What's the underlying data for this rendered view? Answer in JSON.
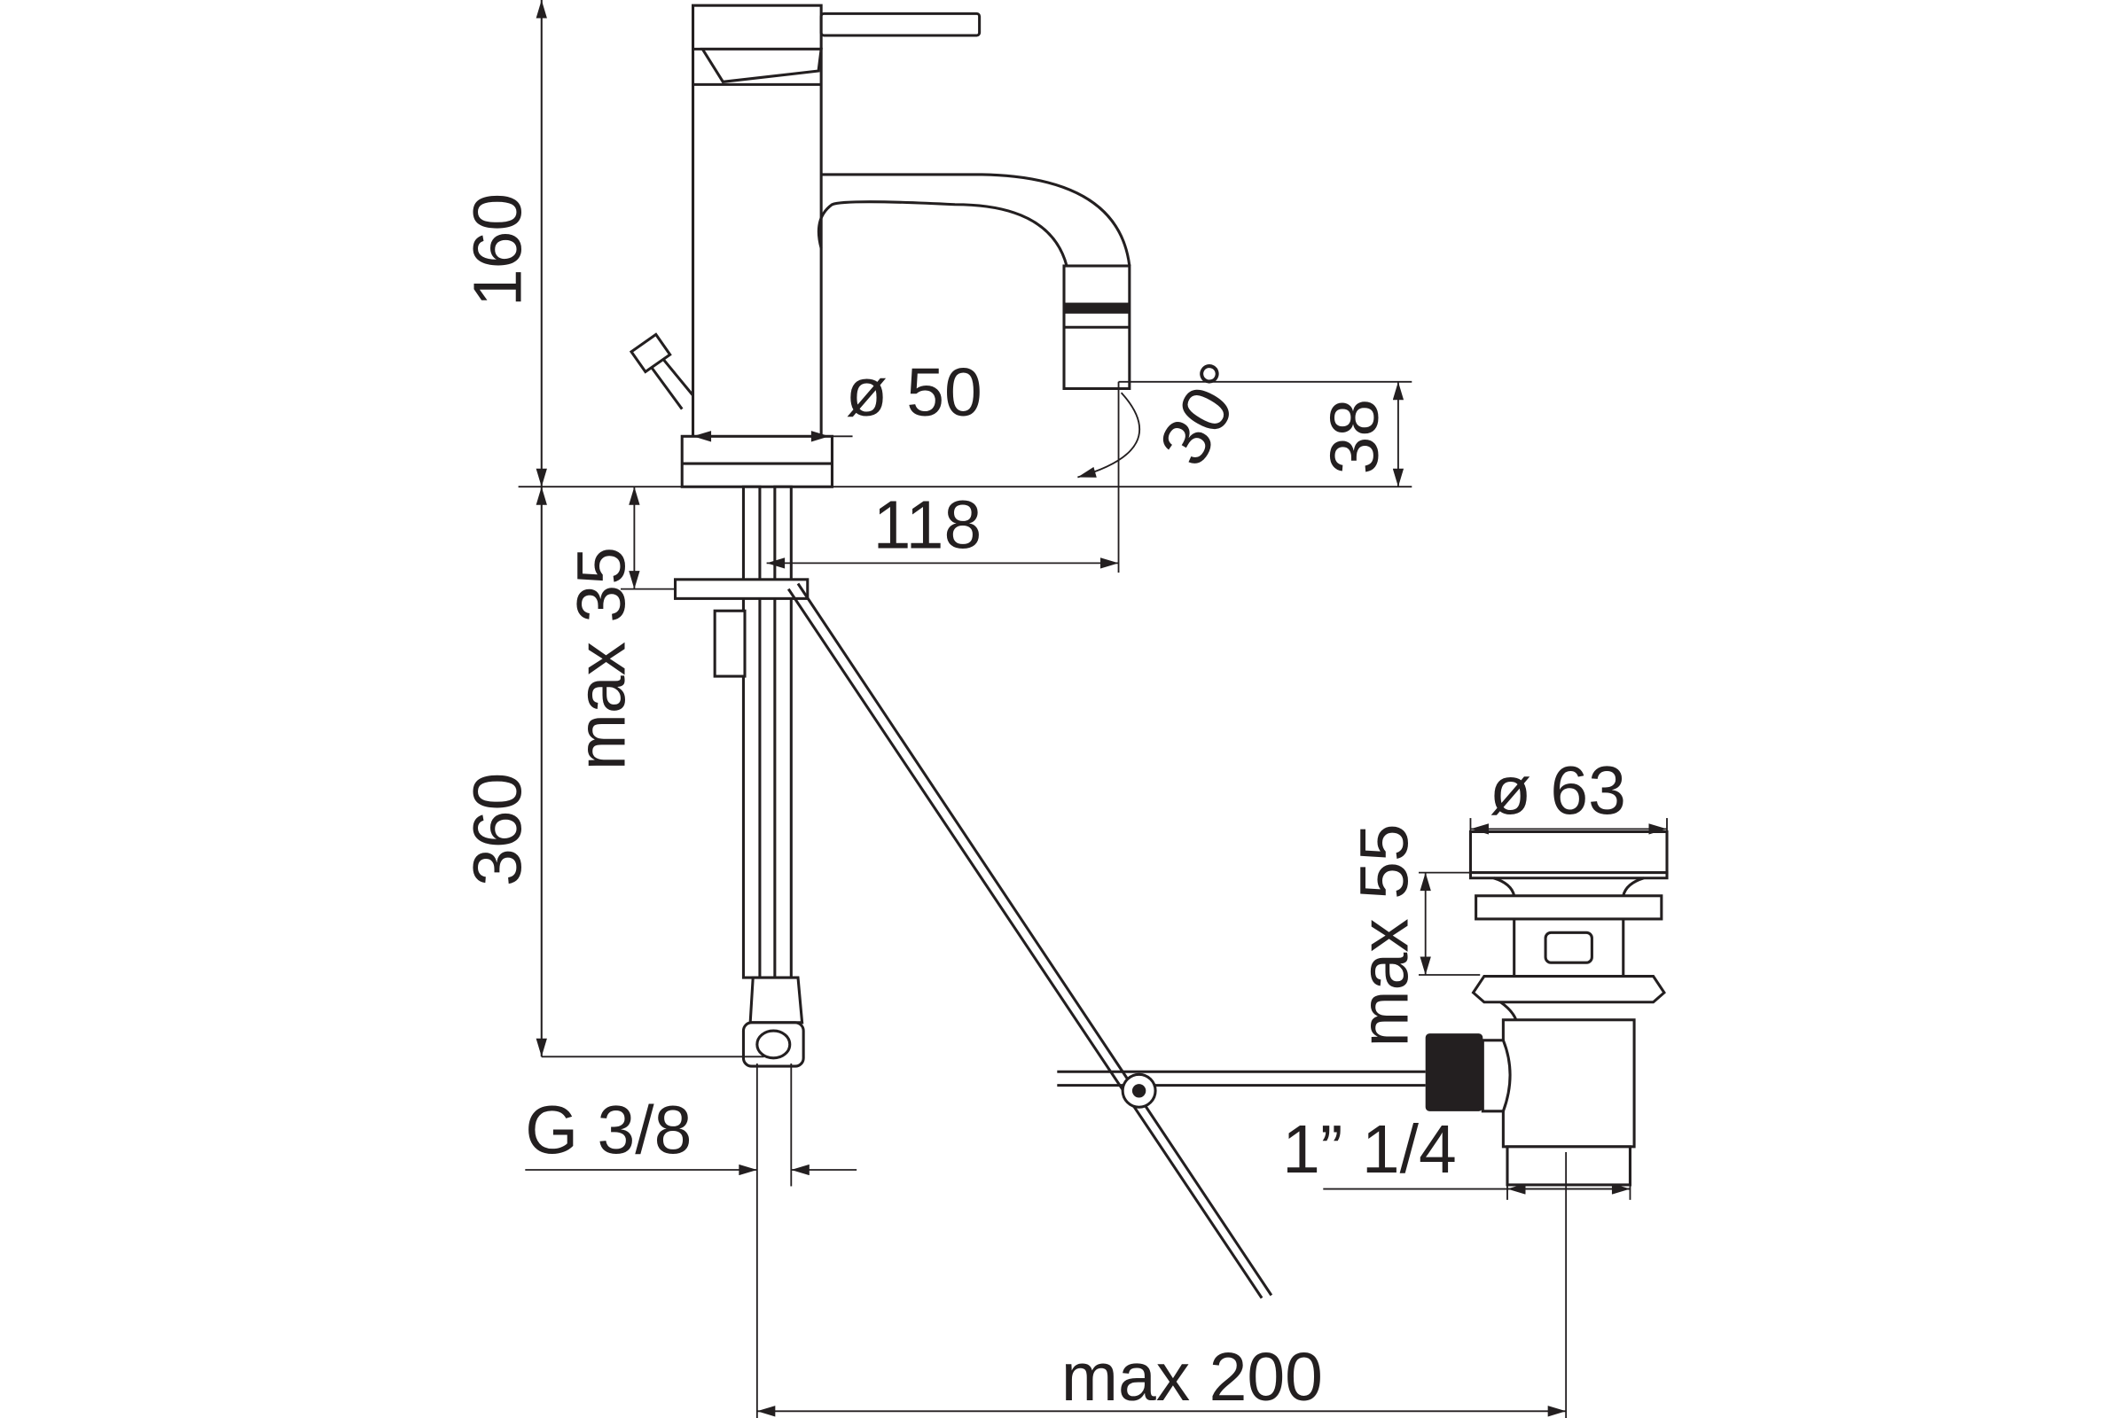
{
  "dimensions": {
    "faucet_height": "160",
    "body_diameter": "ø 50",
    "spout_angle": "30°",
    "spout_height": "38",
    "spout_reach": "118",
    "max_deck_thickness": "max 35",
    "hose_length": "360",
    "connection_thread": "G 3/8",
    "waste_diameter": "ø 63",
    "waste_max_height": "max 55",
    "waste_thread": "1” 1/4",
    "max_distance": "max 200"
  },
  "colors": {
    "line": "#231f20",
    "background": "#ffffff"
  }
}
